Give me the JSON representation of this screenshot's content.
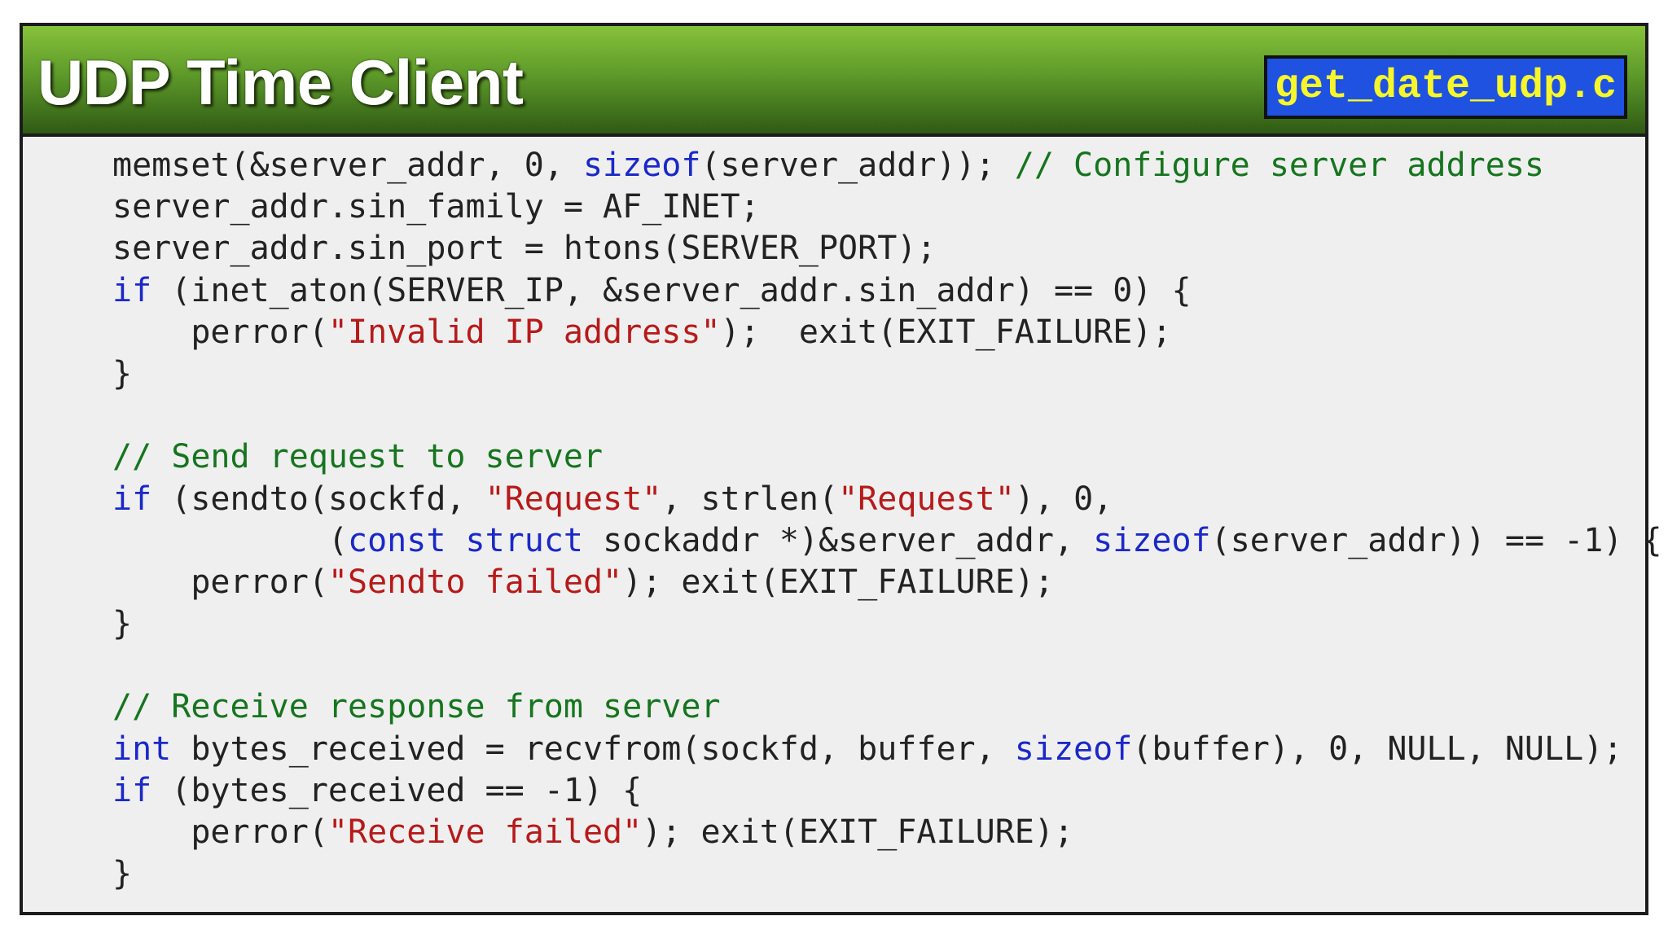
{
  "header": {
    "title": "UDP Time Client",
    "file_badge": "get_date_udp.c"
  },
  "code": {
    "lines": [
      [
        {
          "t": "memset(&server_addr, 0, ",
          "c": "plain"
        },
        {
          "t": "sizeof",
          "c": "kw"
        },
        {
          "t": "(server_addr)); ",
          "c": "plain"
        },
        {
          "t": "// Configure server address",
          "c": "cmt"
        }
      ],
      [
        {
          "t": "server_addr.sin_family = AF_INET;",
          "c": "plain"
        }
      ],
      [
        {
          "t": "server_addr.sin_port = htons(SERVER_PORT);",
          "c": "plain"
        }
      ],
      [
        {
          "t": "if",
          "c": "kw"
        },
        {
          "t": " (inet_aton(SERVER_IP, &server_addr.sin_addr) == 0) {",
          "c": "plain"
        }
      ],
      [
        {
          "t": "    perror(",
          "c": "plain"
        },
        {
          "t": "\"Invalid IP address\"",
          "c": "str"
        },
        {
          "t": ");  exit(EXIT_FAILURE);",
          "c": "plain"
        }
      ],
      [
        {
          "t": "}",
          "c": "plain"
        }
      ],
      [],
      [
        {
          "t": "// Send request to server",
          "c": "cmt"
        }
      ],
      [
        {
          "t": "if",
          "c": "kw"
        },
        {
          "t": " (sendto(sockfd, ",
          "c": "plain"
        },
        {
          "t": "\"Request\"",
          "c": "str"
        },
        {
          "t": ", strlen(",
          "c": "plain"
        },
        {
          "t": "\"Request\"",
          "c": "str"
        },
        {
          "t": "), 0,",
          "c": "plain"
        }
      ],
      [
        {
          "t": "           (",
          "c": "plain"
        },
        {
          "t": "const",
          "c": "kw"
        },
        {
          "t": " ",
          "c": "plain"
        },
        {
          "t": "struct",
          "c": "kw"
        },
        {
          "t": " sockaddr *)&server_addr, ",
          "c": "plain"
        },
        {
          "t": "sizeof",
          "c": "kw"
        },
        {
          "t": "(server_addr)) == -1) {",
          "c": "plain"
        }
      ],
      [
        {
          "t": "    perror(",
          "c": "plain"
        },
        {
          "t": "\"Sendto failed\"",
          "c": "str"
        },
        {
          "t": "); exit(EXIT_FAILURE);",
          "c": "plain"
        }
      ],
      [
        {
          "t": "}",
          "c": "plain"
        }
      ],
      [],
      [
        {
          "t": "// Receive response from server",
          "c": "cmt"
        }
      ],
      [
        {
          "t": "int",
          "c": "kw"
        },
        {
          "t": " bytes_received = recvfrom(sockfd, buffer, ",
          "c": "plain"
        },
        {
          "t": "sizeof",
          "c": "kw"
        },
        {
          "t": "(buffer), 0, NULL, NULL);",
          "c": "plain"
        }
      ],
      [
        {
          "t": "if",
          "c": "kw"
        },
        {
          "t": " (bytes_received == -1) {",
          "c": "plain"
        }
      ],
      [
        {
          "t": "    perror(",
          "c": "plain"
        },
        {
          "t": "\"Receive failed\"",
          "c": "str"
        },
        {
          "t": "); exit(EXIT_FAILURE);",
          "c": "plain"
        }
      ],
      [
        {
          "t": "}",
          "c": "plain"
        }
      ]
    ]
  }
}
